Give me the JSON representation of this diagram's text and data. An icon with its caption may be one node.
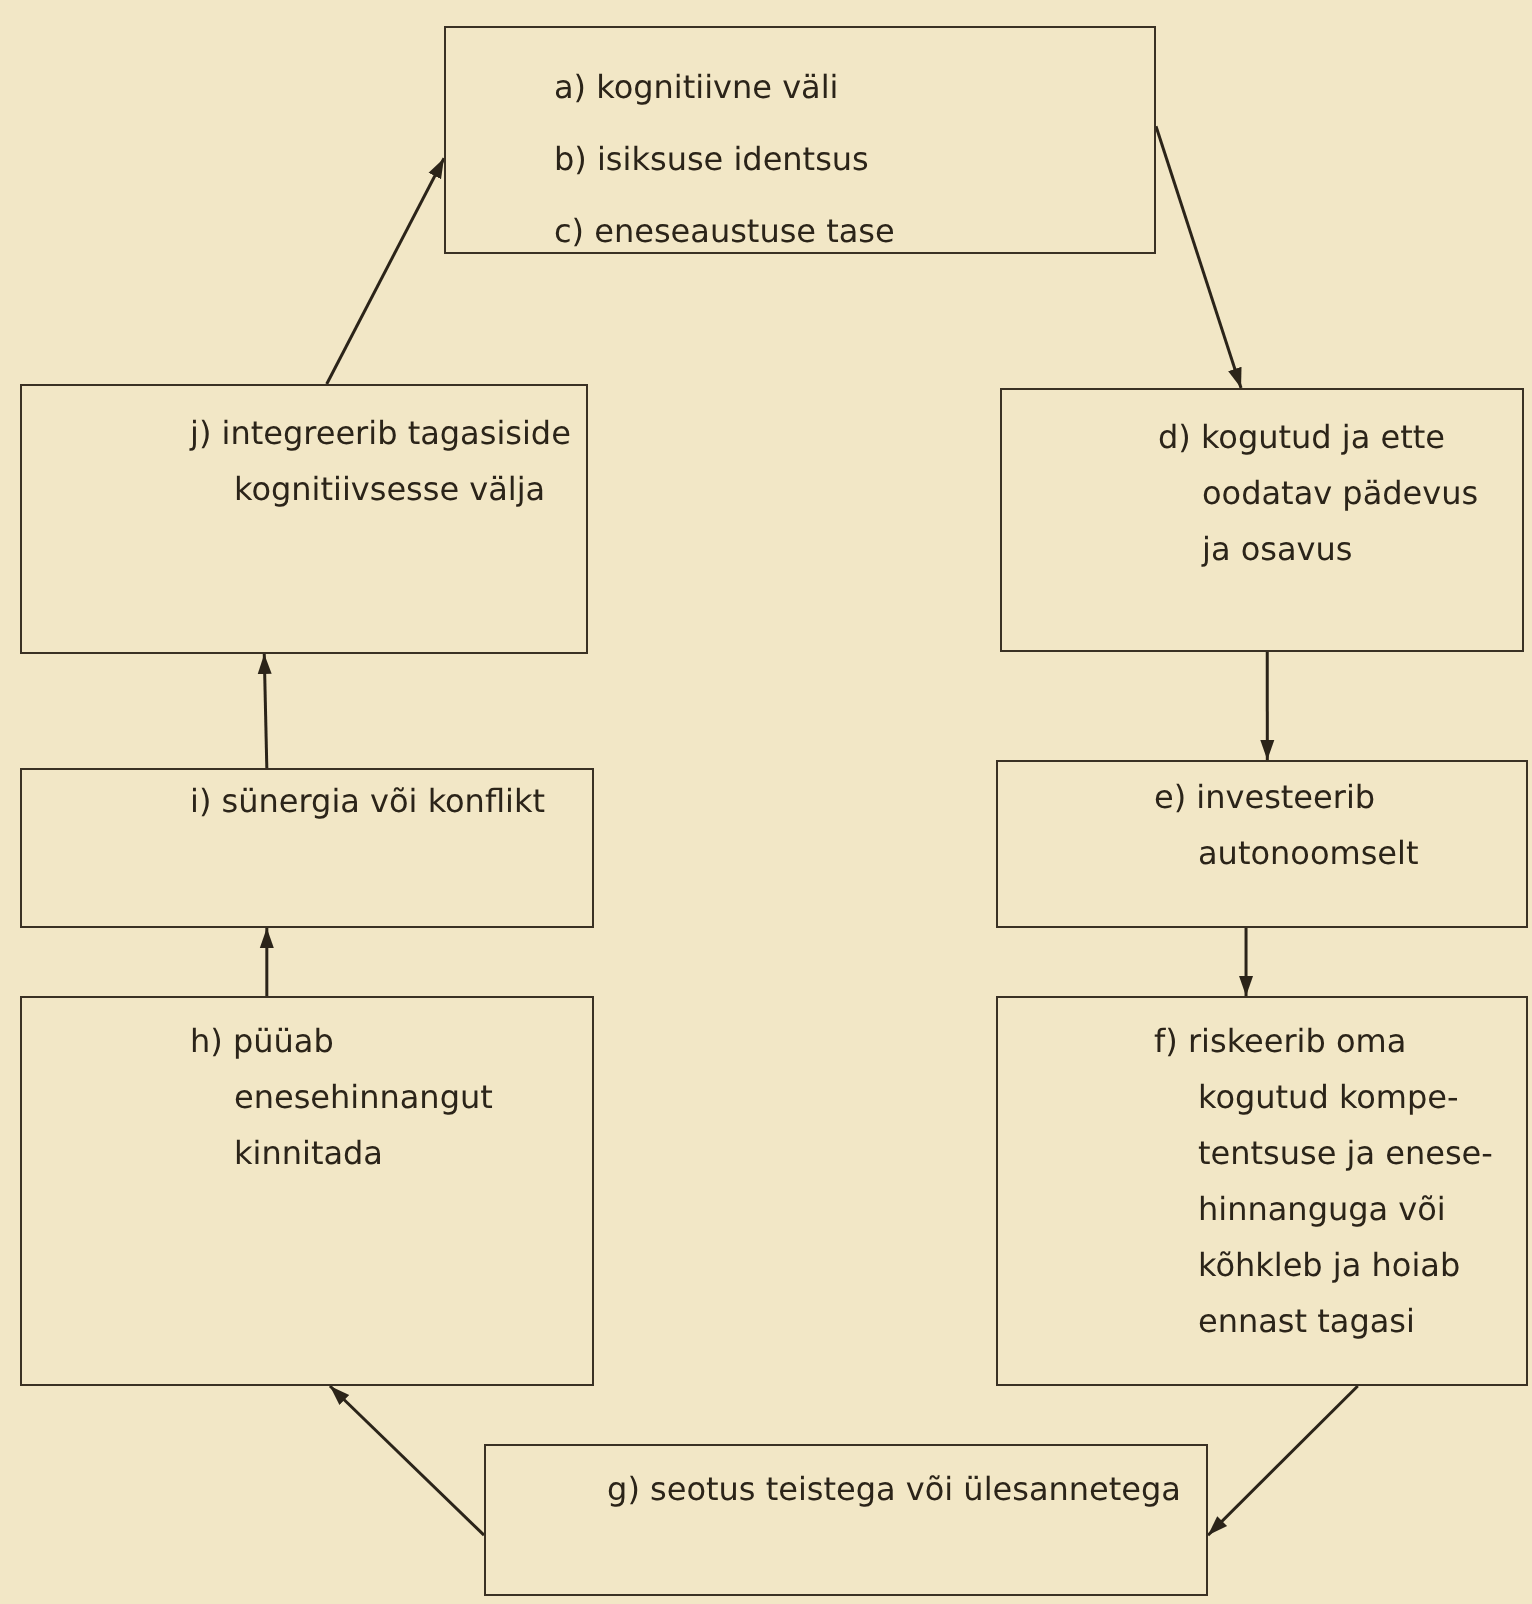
{
  "diagram": {
    "nodes": [
      {
        "text": [
          "a) kognitiivne väli",
          "b) isiksuse identsus",
          "c) eneseaustuse tase"
        ]
      },
      {
        "text": [
          "j) integreerib tagasiside kognitiivsesse välja"
        ]
      },
      {
        "text": [
          "d) kogutud ja ette oodatav pädevus ja osavus"
        ]
      },
      {
        "text": [
          "i) sünergia või konflikt"
        ]
      },
      {
        "text": [
          "e) investeerib autonoomselt"
        ]
      },
      {
        "text": [
          "h) püüab enesehinnangut kinnitada"
        ]
      },
      {
        "text": [
          "f) riskeerib oma kogutud kompe-tentsuse ja enese-hinnanguga või kõhkleb ja hoiab ennast tagasi"
        ]
      },
      {
        "text": [
          "g) seotus teistega või ülesannetega"
        ]
      }
    ],
    "edges": [
      {
        "from": 0,
        "to": 2,
        "arrow": "to"
      },
      {
        "from": 2,
        "to": 4,
        "arrow": "to"
      },
      {
        "from": 4,
        "to": 6,
        "arrow": "to"
      },
      {
        "from": 6,
        "to": 7,
        "arrow": "to"
      },
      {
        "from": 7,
        "to": 5,
        "arrow": "to"
      },
      {
        "from": 5,
        "to": 3,
        "arrow": "to"
      },
      {
        "from": 3,
        "to": 1,
        "arrow": "to"
      },
      {
        "from": 1,
        "to": 0,
        "arrow": "to"
      }
    ]
  }
}
